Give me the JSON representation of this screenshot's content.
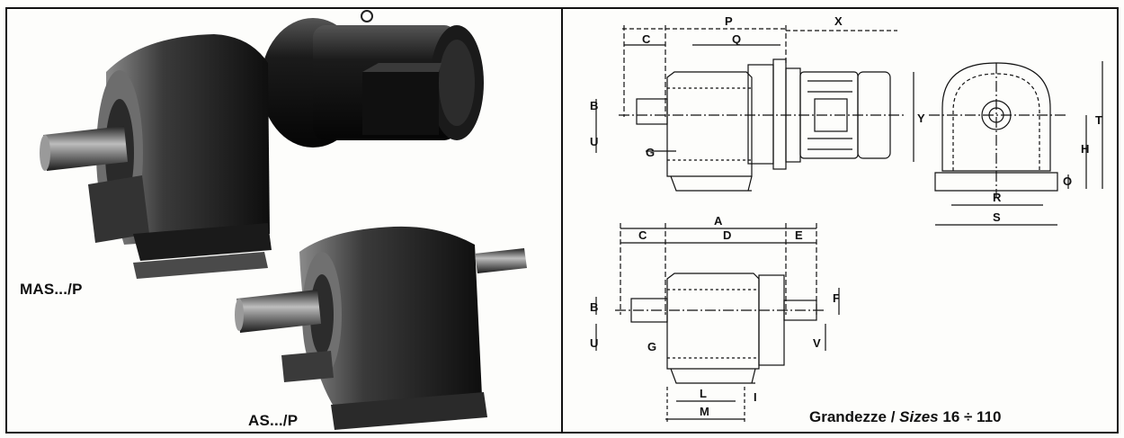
{
  "left_panel": {
    "label_large_unit": "MAS.../P",
    "label_small_unit": "AS.../P"
  },
  "right_panel": {
    "caption": {
      "it": "Grandezze",
      "sep": " / ",
      "en": "Sizes",
      "range": " 16 ÷ 110"
    },
    "top_view_labels": {
      "p": "P",
      "x": "X",
      "c": "C",
      "q": "Q",
      "b": "B",
      "u": "U",
      "g": "G",
      "y": "Y"
    },
    "end_view_labels": {
      "h": "H",
      "t": "T",
      "o": "O",
      "r": "R",
      "s": "S"
    },
    "bottom_view_labels": {
      "a": "A",
      "c": "C",
      "d": "D",
      "e": "E",
      "f": "F",
      "b": "B",
      "u": "U",
      "g": "G",
      "v": "V",
      "l": "L",
      "i": "I",
      "m": "M"
    }
  }
}
